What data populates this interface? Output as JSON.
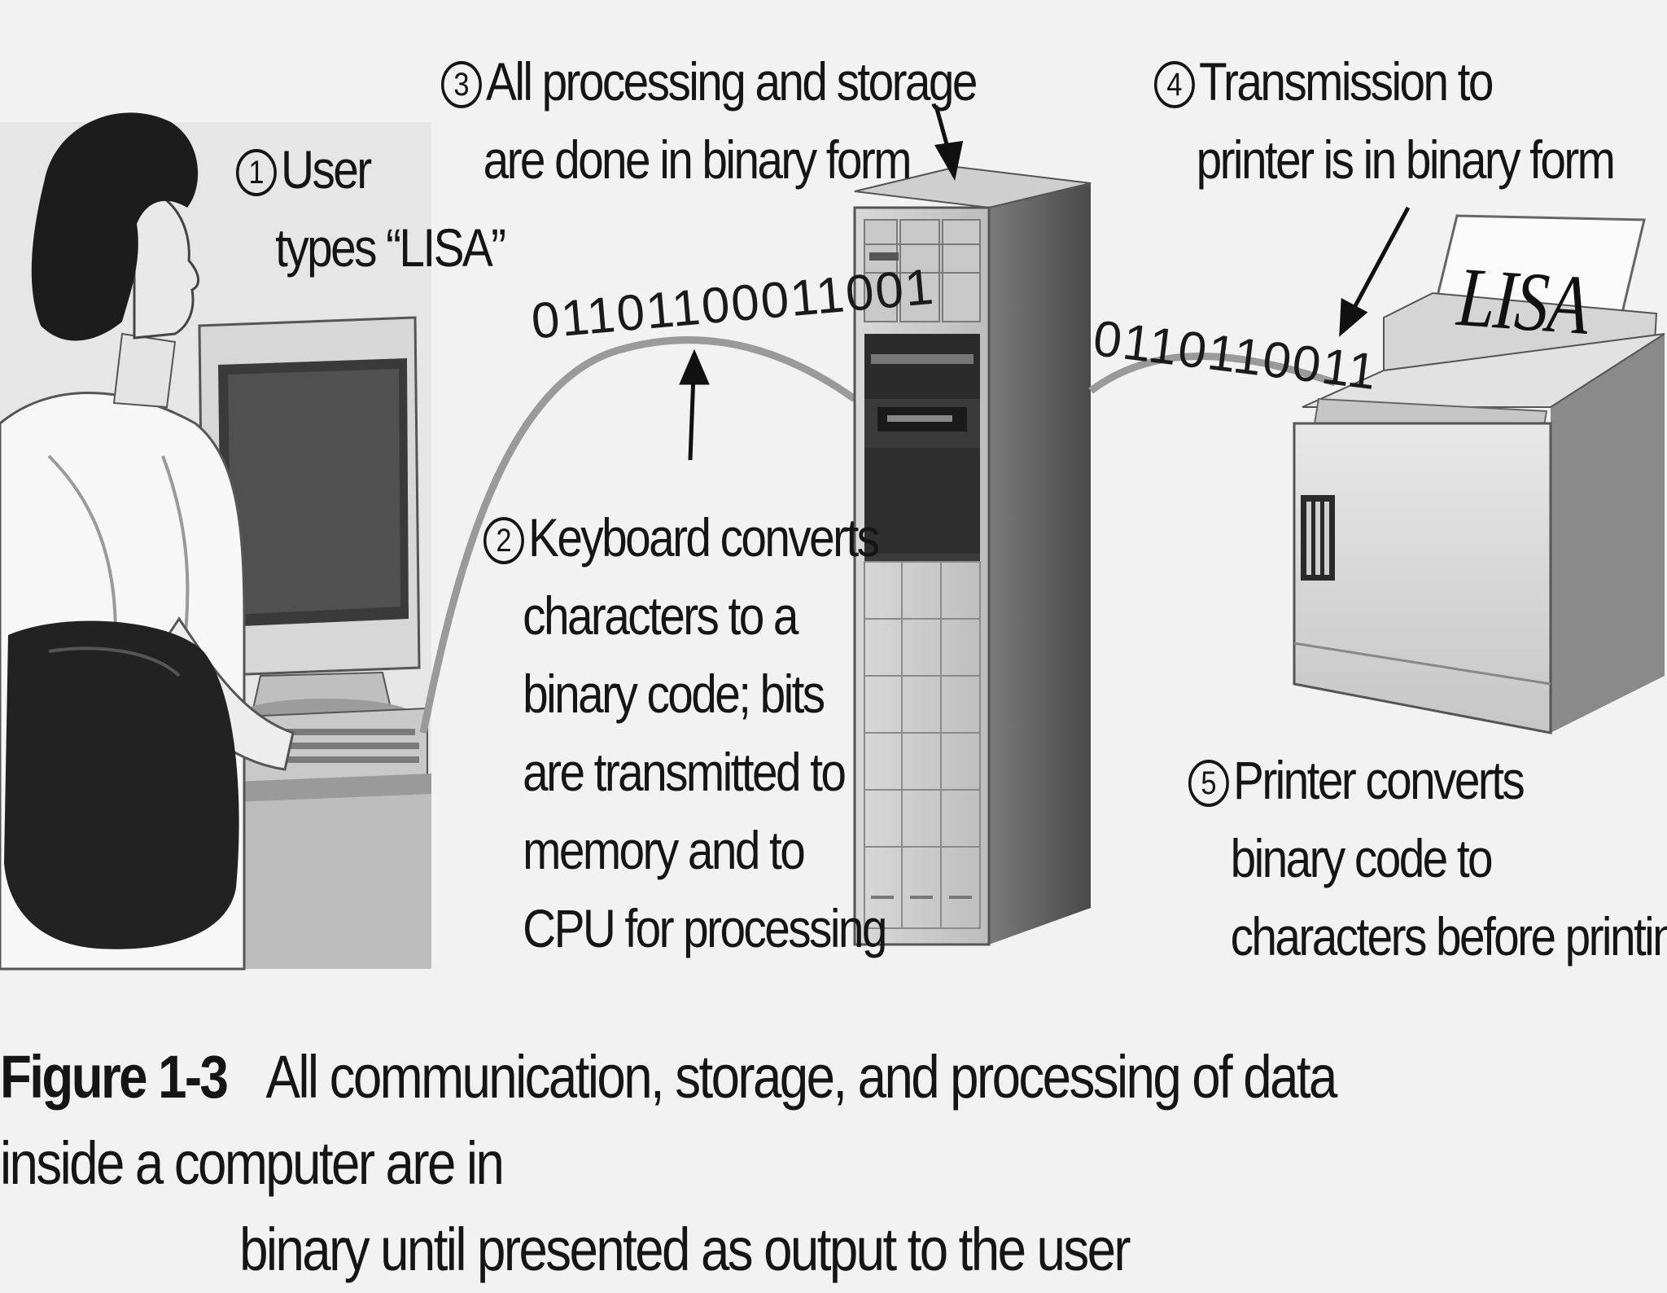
{
  "steps": [
    {
      "num": "1",
      "lines": [
        "User",
        "types “LISA”"
      ]
    },
    {
      "num": "2",
      "lines": [
        "Keyboard converts",
        "characters to a",
        "binary code; bits",
        "are transmitted to",
        "memory and to",
        "CPU for processing"
      ]
    },
    {
      "num": "3",
      "lines": [
        "All processing and storage",
        "are done in binary form"
      ]
    },
    {
      "num": "4",
      "lines": [
        "Transmission to",
        "printer is in binary form"
      ]
    },
    {
      "num": "5",
      "lines": [
        "Printer converts",
        "binary code to",
        "characters before printing"
      ]
    }
  ],
  "bits_keyboard": "01101100011001",
  "bits_printer": "0110110011",
  "paper_text": "LISA",
  "caption": {
    "figure": "Figure 1-3",
    "text_line1": "All communication, storage, and processing of data inside a computer are in",
    "text_line2": "binary until presented as output to the user"
  }
}
